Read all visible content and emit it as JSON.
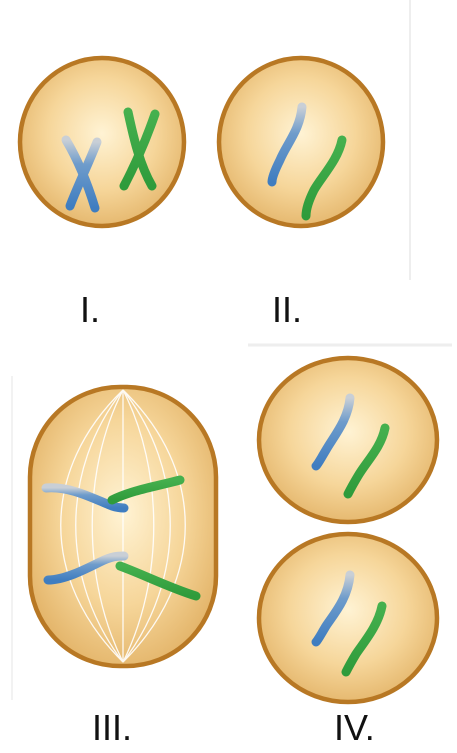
{
  "labels": {
    "i": "I.",
    "ii": "II.",
    "iii": "III.",
    "iv": "IV."
  },
  "colors": {
    "cell_outline": "#B87824",
    "cell_fill_light": "#FBE7B9",
    "cell_fill_dark": "#E8C078",
    "chromosome_blue": "#4A86C5",
    "chromosome_green": "#3DAA47",
    "spindle": "#FFFFFF",
    "text": "#111111"
  },
  "icons": {
    "cell": "cell-icon",
    "chromosome": "chromosome-icon",
    "spindle": "spindle-fibers-icon"
  }
}
